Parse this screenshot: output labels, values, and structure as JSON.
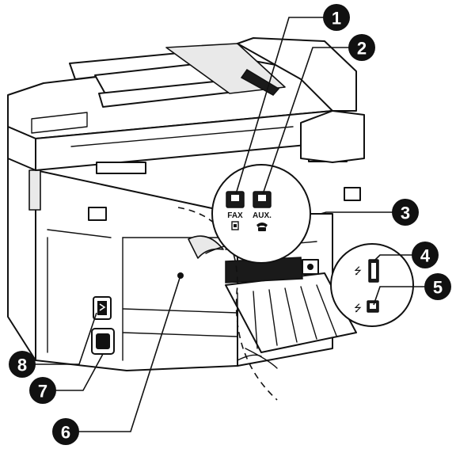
{
  "ports": {
    "fax_label": "FAX",
    "aux_label": "AUX."
  },
  "icons": {
    "fax": "phone-plug-icon",
    "aux": "telephone-icon",
    "usb_host": "usb-icon",
    "usb_device": "usb-icon",
    "power": "power-switch-icon"
  },
  "callouts": [
    {
      "number": "1"
    },
    {
      "number": "2"
    },
    {
      "number": "3"
    },
    {
      "number": "4"
    },
    {
      "number": "5"
    },
    {
      "number": "6"
    },
    {
      "number": "7"
    },
    {
      "number": "8"
    }
  ]
}
